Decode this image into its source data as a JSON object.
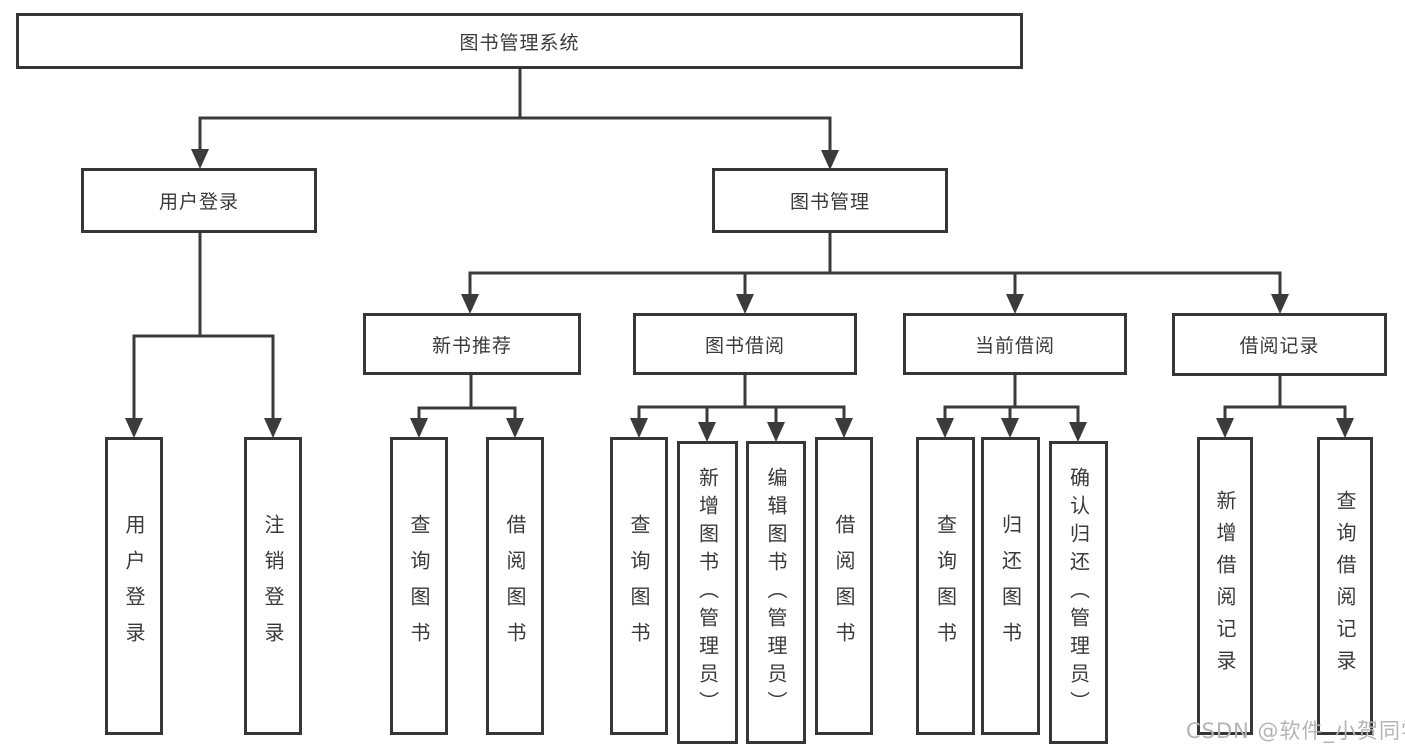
{
  "diagram": {
    "root": {
      "label": "图书管理系统",
      "children": [
        {
          "label": "用户登录",
          "children": [
            {
              "label": "用户登录"
            },
            {
              "label": "注销登录"
            }
          ]
        },
        {
          "label": "图书管理",
          "children": [
            {
              "label": "新书推荐",
              "children": [
                {
                  "label": "查询图书"
                },
                {
                  "label": "借阅图书"
                }
              ]
            },
            {
              "label": "图书借阅",
              "children": [
                {
                  "label": "查询图书"
                },
                {
                  "label": "新增图书（管理员）"
                },
                {
                  "label": "编辑图书（管理员）"
                },
                {
                  "label": "借阅图书"
                }
              ]
            },
            {
              "label": "当前借阅",
              "children": [
                {
                  "label": "查询图书"
                },
                {
                  "label": "归还图书"
                },
                {
                  "label": "确认归还（管理员）"
                }
              ]
            },
            {
              "label": "借阅记录",
              "children": [
                {
                  "label": "新增借阅记录"
                },
                {
                  "label": "查询借阅记录"
                }
              ]
            }
          ]
        }
      ]
    }
  },
  "watermark": {
    "text": "CSDN @软件_小贺同学"
  },
  "colors": {
    "line": "#3b3b3b",
    "border": "#363636",
    "text": "#3a3a3a",
    "watermark": "#b4b4b4",
    "background": "#ffffff"
  }
}
